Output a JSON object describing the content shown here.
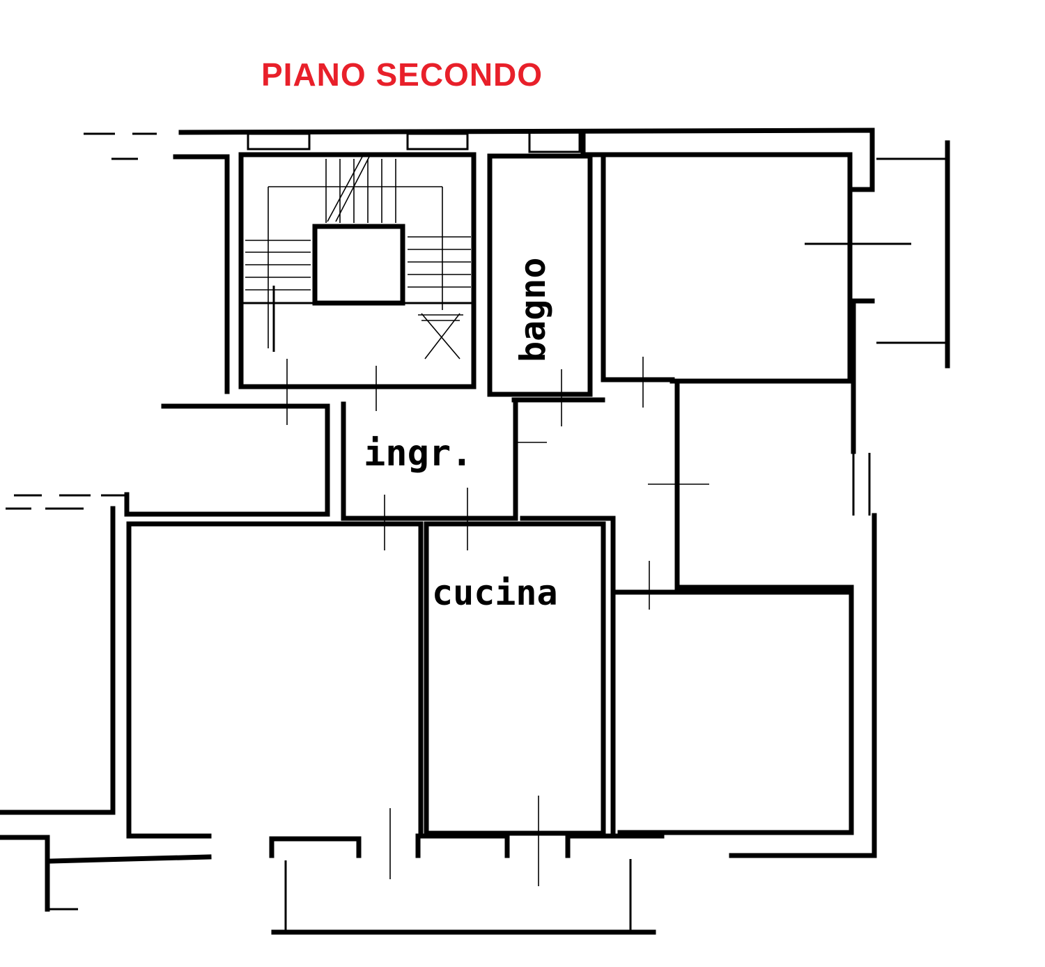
{
  "title": "PIANO SECONDO",
  "colors": {
    "title": "#e8202a",
    "ink": "#000000",
    "paper": "#ffffff"
  },
  "rooms": {
    "bathroom": "bagno",
    "entrance": "ingr.",
    "kitchen": "cucina"
  }
}
